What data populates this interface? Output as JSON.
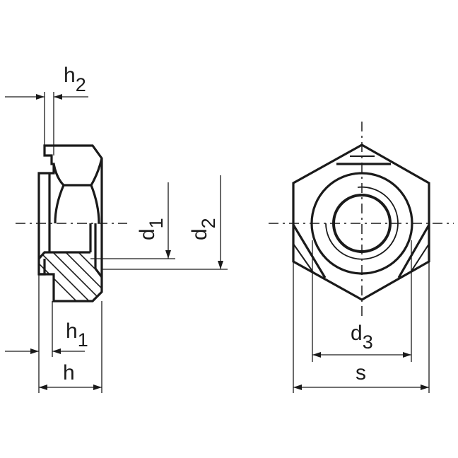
{
  "labels": {
    "h2": {
      "main": "h",
      "sub": "2"
    },
    "d1": {
      "main": "d",
      "sub": "1"
    },
    "d2": {
      "main": "d",
      "sub": "2"
    },
    "h1": {
      "main": "h",
      "sub": "1"
    },
    "h": {
      "main": "h"
    },
    "d3": {
      "main": "d",
      "sub": "3"
    },
    "s": {
      "main": "s"
    }
  },
  "colors": {
    "line": "#1a1a1a",
    "background": "#ffffff"
  }
}
